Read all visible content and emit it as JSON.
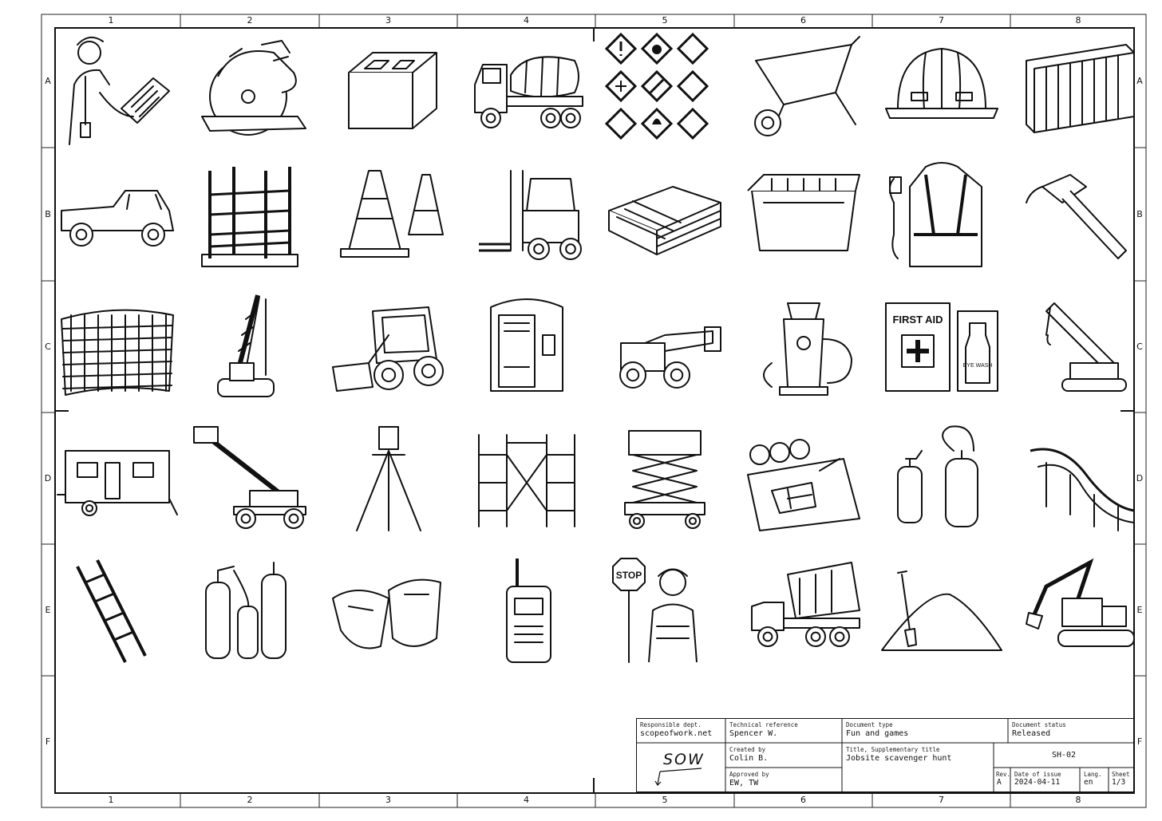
{
  "frame": {
    "column_labels_top": [
      "1",
      "2",
      "3",
      "4",
      "5",
      "6",
      "7",
      "8"
    ],
    "column_labels_bottom": [
      "1",
      "2",
      "3",
      "4",
      "5",
      "6",
      "7",
      "8"
    ],
    "row_labels": [
      "A",
      "B",
      "C",
      "D",
      "E",
      "F"
    ]
  },
  "illustrations": [
    [
      "worker-with-tablet",
      "circular-saw",
      "concrete-block",
      "cement-mixer-truck",
      "hazard-symbols",
      "wheelbarrow",
      "hard-hat",
      "shipping-container"
    ],
    [
      "pickup-truck",
      "rebar-cage",
      "traffic-cones",
      "forklift",
      "lumber-stack",
      "dumpster",
      "safety-harness",
      "claw-hammer"
    ],
    [
      "safety-net",
      "pile-driver",
      "skid-steer-loader",
      "portable-toilet",
      "telehandler",
      "fire-hydrant",
      "first-aid-and-eye-wash",
      "crawler-crane"
    ],
    [
      "site-office-trailer",
      "boom-lift",
      "surveying-tripod",
      "scaffolding",
      "scissor-lift",
      "blueprints",
      "fire-extinguishers",
      "formwork-road"
    ],
    [
      "ladder",
      "gas-cylinders",
      "work-gloves",
      "two-way-radio",
      "flagger-with-stop-sign",
      "dump-truck",
      "sand-pile-with-shovel",
      "excavator"
    ]
  ],
  "first_aid": {
    "label": "FIRST AID",
    "eyewash": "EYE WASH"
  },
  "stop_sign": {
    "label": "STOP"
  },
  "title_block": {
    "responsible_dept_label": "Responsible dept.",
    "responsible_dept": "scopeofwork.net",
    "technical_reference_label": "Technical reference",
    "technical_reference": "Spencer W.",
    "document_type_label": "Document type",
    "document_type": "Fun and games",
    "document_status_label": "Document status",
    "document_status": "Released",
    "logo_text": "SOW",
    "created_by_label": "Created by",
    "created_by": "Colin B.",
    "approved_by_label": "Approved by",
    "approved_by": "EW, TW",
    "title_label": "Title, Supplementary title",
    "title": "Jobsite scavenger hunt",
    "document_id": "SH-02",
    "rev_label": "Rev.",
    "rev": "A",
    "date_label": "Date of issue",
    "date": "2024-04-11",
    "lang_label": "Lang.",
    "lang": "en",
    "sheet_label": "Sheet",
    "sheet": "1/3"
  }
}
